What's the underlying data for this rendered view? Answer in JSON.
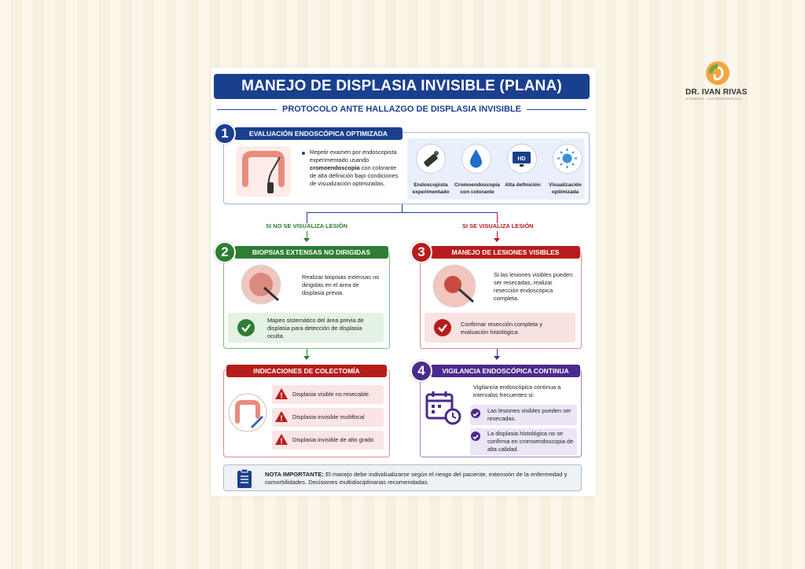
{
  "brand": {
    "name": "DR. IVAN RIVAS",
    "tagline": "INTERNISTA · GASTROENTERÓLOGO"
  },
  "poster": {
    "title": "MANEJO DE DISPLASIA INVISIBLE (PLANA)",
    "subtitle": "PROTOCOLO ANTE HALLAZGO DE DISPLASIA INVISIBLE"
  },
  "step1": {
    "number": "1",
    "header": "EVALUACIÓN ENDOSCÓPICA OPTIMIZADA",
    "bullet_pre": "Repetir examen por endoscopista experimentado usando ",
    "bullet_bold": "cromoendoscopia",
    "bullet_post": " con colorante de alta definición bajo condiciones de visualización optimizadas.",
    "icons": [
      {
        "icon": "endoscope-icon",
        "label": "Endoscopista experimentado"
      },
      {
        "icon": "dye-drop-icon",
        "label": "Cromoendoscopia con colorante"
      },
      {
        "icon": "hd-monitor-icon",
        "label": "Alta definición"
      },
      {
        "icon": "sun-icon",
        "label": "Visualización optimizada"
      }
    ],
    "hd_text": "HD"
  },
  "branches": {
    "left": "SI NO SE VISUALIZA LESIÓN",
    "right": "SI SE VISUALIZA LESIÓN"
  },
  "step2": {
    "number": "2",
    "header": "BIOPSIAS EXTENSAS NO DIRIGIDAS",
    "text": "Realizar biopsias extensas no dirigidas en el área de displasia previa.",
    "check_text": "Mapeo sistemático del área previa de displasia para detección de displasia oculta."
  },
  "step3": {
    "number": "3",
    "header": "MANEJO DE LESIONES VISIBLES",
    "text": "Si las lesiones visibles pueden ser resecadas, realizar resección endoscópica completa.",
    "check_text": "Confirmar resección completa y evaluación histológica."
  },
  "colectomy": {
    "header": "INDICACIONES DE COLECTOMÍA",
    "items": [
      "Displasia visible no resecable",
      "Displasia invisible multifocal",
      "Displasia invisible de alto grado"
    ]
  },
  "step4": {
    "number": "4",
    "header": "VIGILANCIA ENDOSCÓPICA CONTINUA",
    "text": "Vigilancia endoscópica continua a intervalos frecuentes si:",
    "items": [
      "Las lesiones visibles pueden ser resecadas.",
      "La displasia histológica no se confirma en cromoendoscopia de alta calidad."
    ]
  },
  "note": {
    "bold": "NOTA IMPORTANTE:",
    "text": " El manejo debe individualizarse según el riesgo del paciente, extensión de la enfermedad y comorbilidades. Decisiones multidisciplinarias recomendadas."
  },
  "colors": {
    "blue": "#1b3f8f",
    "green": "#2e7d32",
    "red": "#b71c1c",
    "purple": "#4a2a8c"
  }
}
